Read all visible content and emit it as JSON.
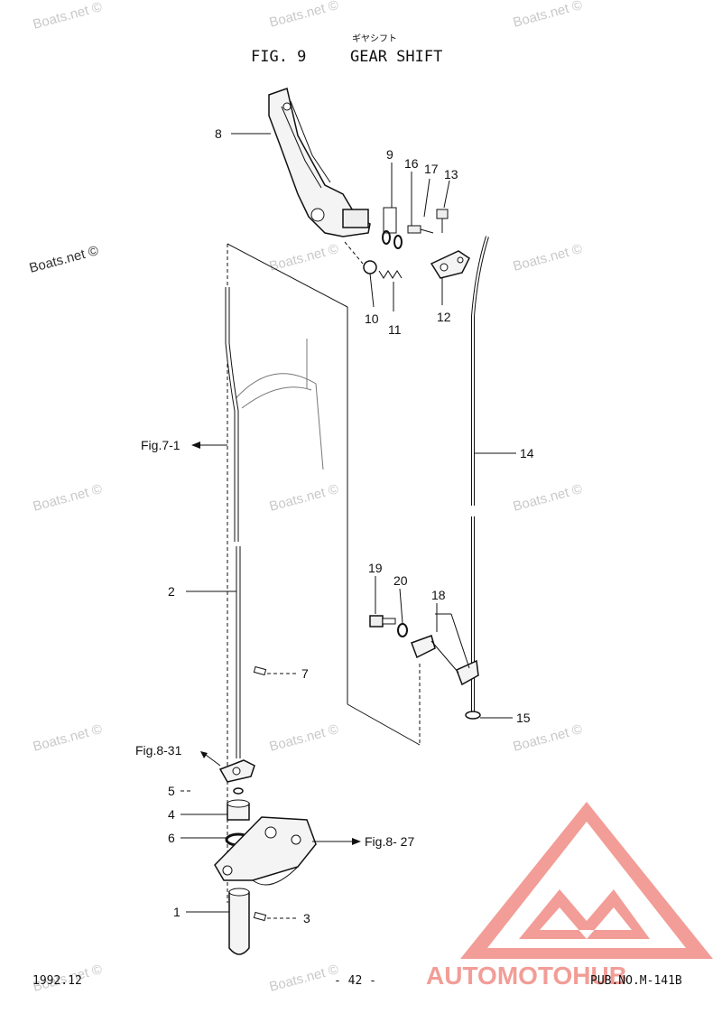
{
  "header": {
    "subtitle_jp": "ギヤシフト",
    "figure_number": "FIG. 9",
    "title": "GEAR SHIFT"
  },
  "footer": {
    "date": "1992.12",
    "page": "- 42 -",
    "pub_no": "PUB.NO.M-141B"
  },
  "watermark": {
    "text": "Boats.net ©",
    "brand_text": "AUTOMOTOHUB",
    "brand_color": "#f08c86"
  },
  "callouts": {
    "p1": "1",
    "p2": "2",
    "p3": "3",
    "p4": "4",
    "p5": "5",
    "p6": "6",
    "p7": "7",
    "p8": "8",
    "p9": "9",
    "p10": "10",
    "p11": "11",
    "p12": "12",
    "p13": "13",
    "p14": "14",
    "p15": "15",
    "p16": "16",
    "p17": "17",
    "p18": "18",
    "p19": "19",
    "p20": "20"
  },
  "references": {
    "fig7_1": "Fig.7-1",
    "fig8_31": "Fig.8-31",
    "fig8_27": "Fig.8- 27"
  }
}
